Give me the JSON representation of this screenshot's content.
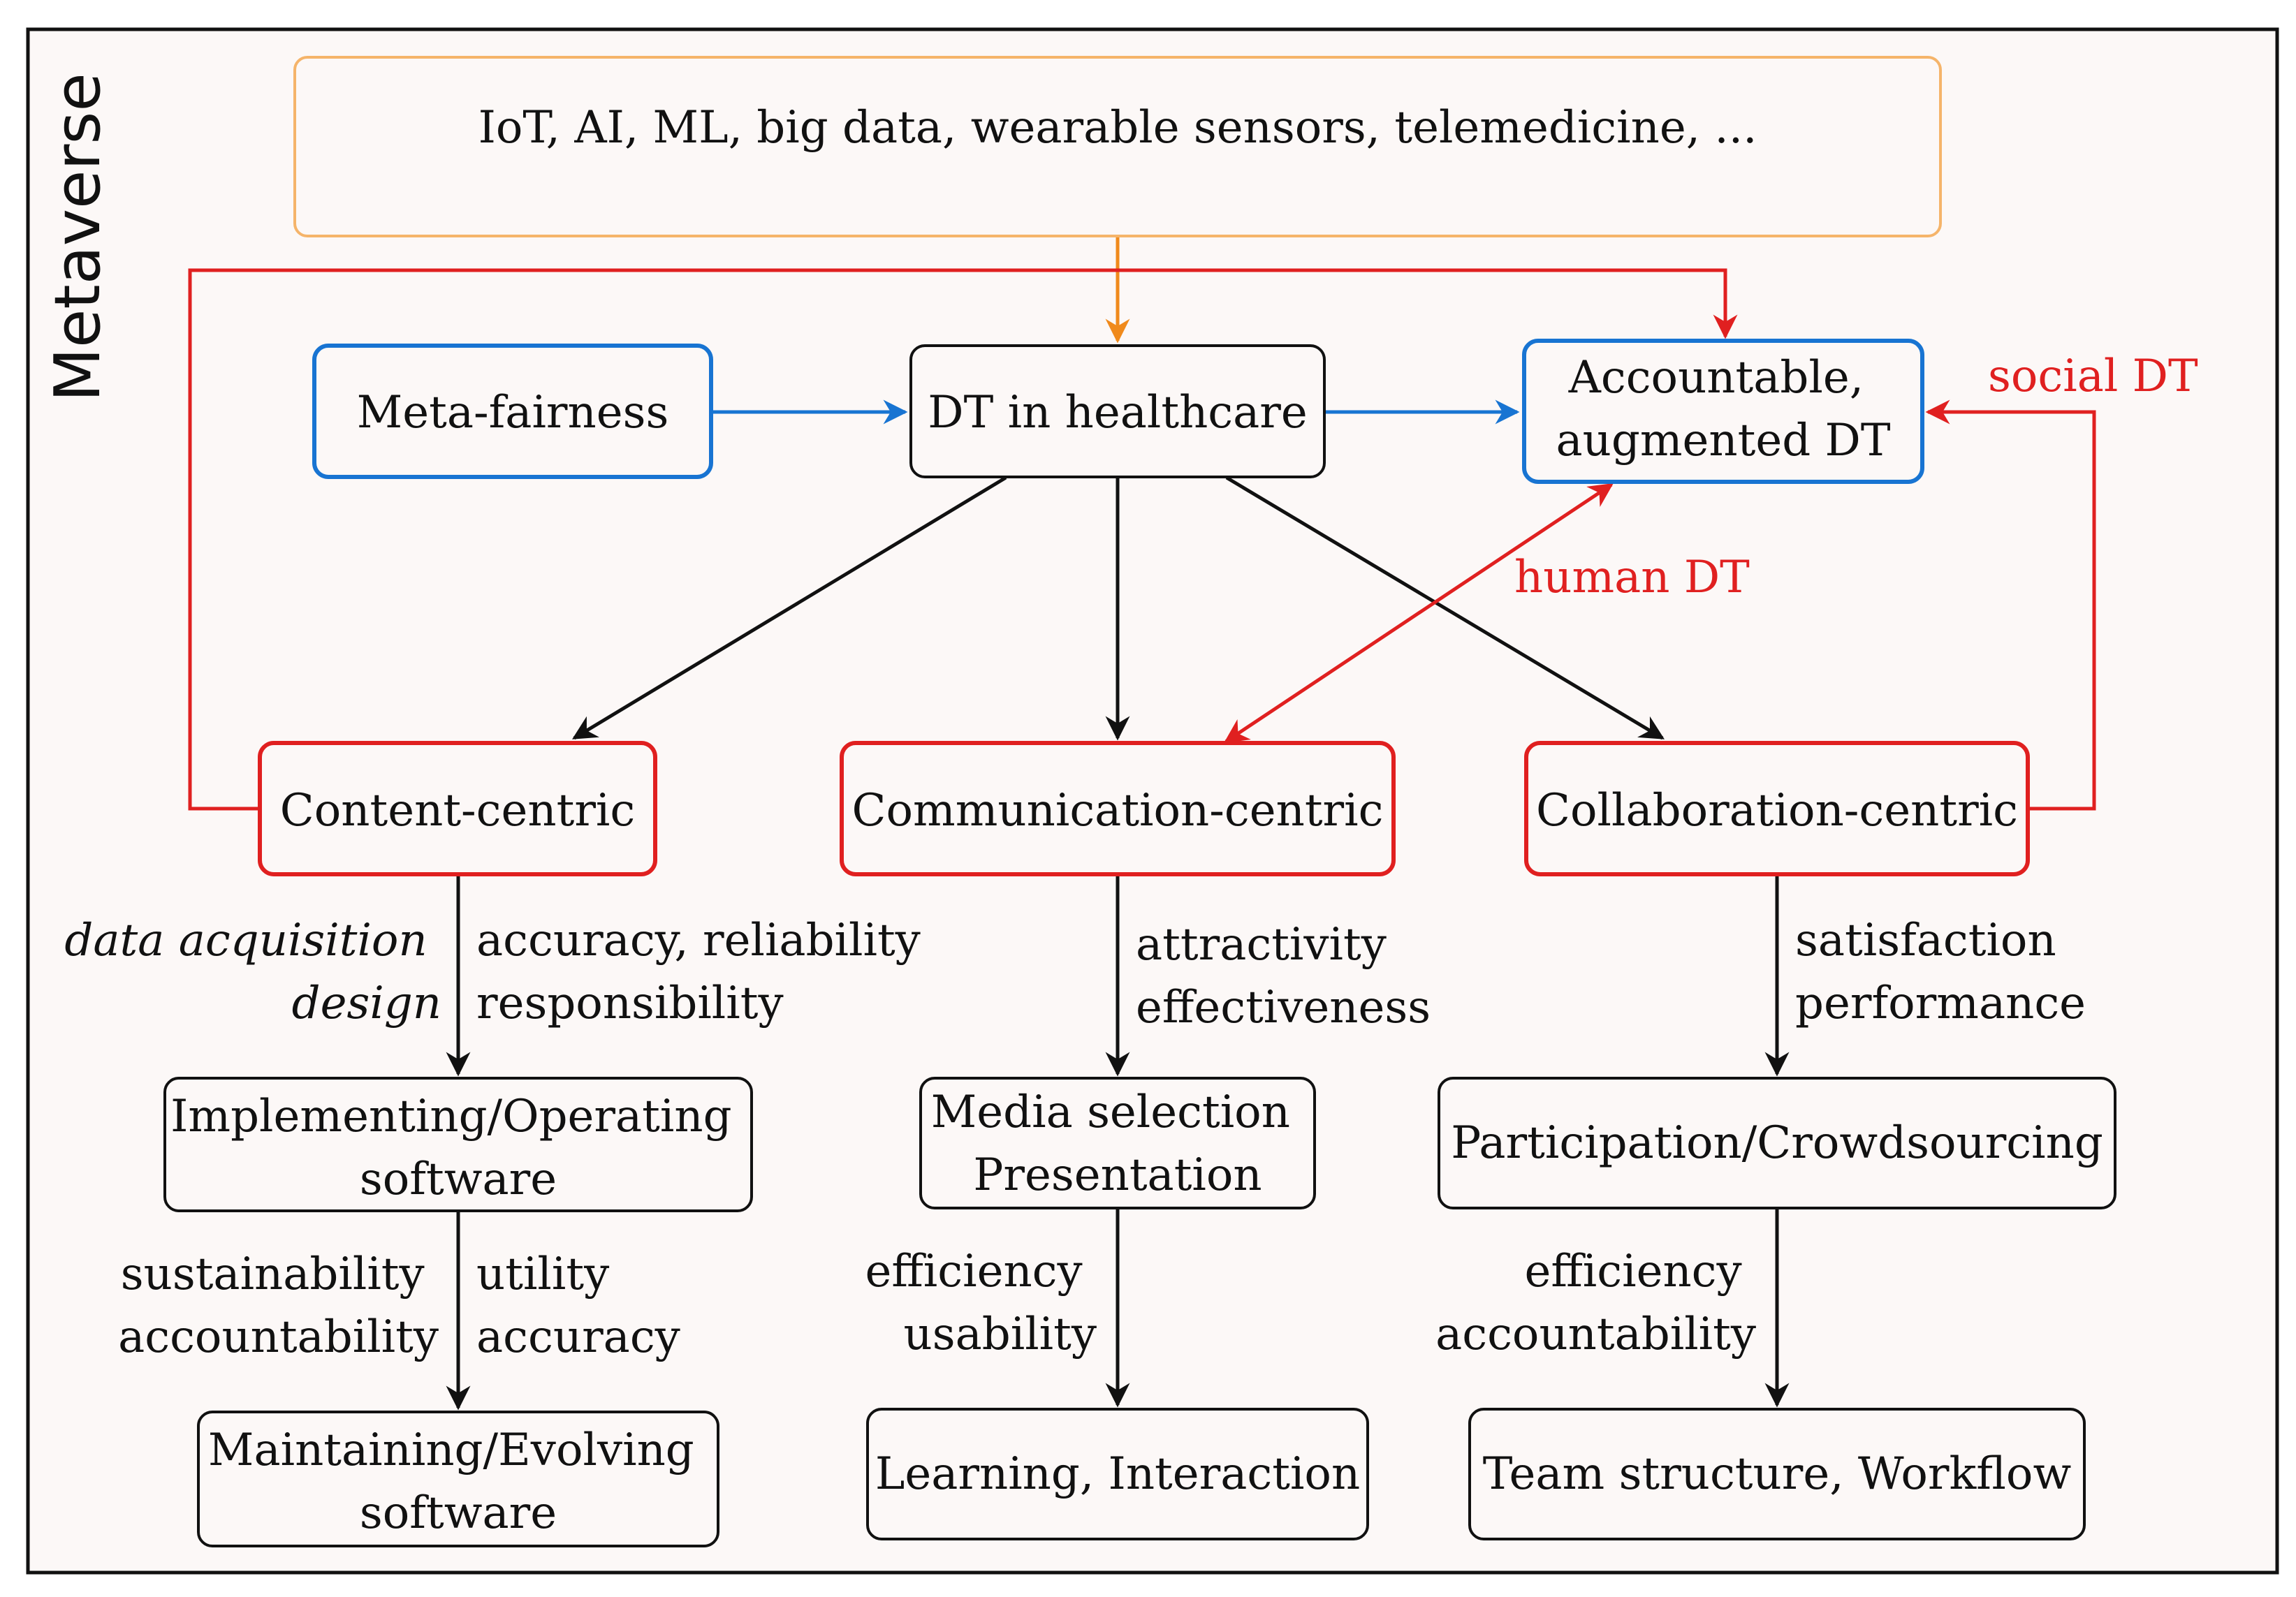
{
  "colors": {
    "background": "#fcf8f7",
    "frame": "#111111",
    "black": "#111111",
    "orange": "#f08a1c",
    "orange_box": "#f5b46a",
    "blue": "#1874d2",
    "red": "#e02020"
  },
  "frame_label": "Metaverse",
  "nodes": {
    "tech": "IoT, AI, ML, big data, wearable sensors, telemedicine, ...",
    "fairness": "Meta-fairness",
    "dt": "DT in healthcare",
    "accountable": [
      "Accountable,",
      "augmented DT"
    ],
    "content": "Content-centric",
    "communication": "Communication-centric",
    "collaboration": "Collaboration-centric",
    "implementing": [
      "Implementing/Operating",
      "software"
    ],
    "media": [
      "Media selection",
      "Presentation"
    ],
    "participation": "Participation/Crowdsourcing",
    "maintaining": [
      "Maintaining/Evolving",
      "software"
    ],
    "learning": "Learning, Interaction",
    "team": "Team structure, Workflow"
  },
  "edge_labels": {
    "human_dt": "human DT",
    "social_dt": "social DT",
    "content_left": [
      "data acquisition",
      "design"
    ],
    "content_right": [
      "accuracy, reliability",
      "responsibility"
    ],
    "communication_right": [
      "attractivity",
      "effectiveness"
    ],
    "collaboration_right": [
      "satisfaction",
      "performance"
    ],
    "implementing_left": [
      "sustainability",
      "accountability"
    ],
    "implementing_right": [
      "utility",
      "accuracy"
    ],
    "media_left": [
      "efficiency",
      "usability"
    ],
    "participation_left": [
      "efficiency",
      "accountability"
    ]
  }
}
